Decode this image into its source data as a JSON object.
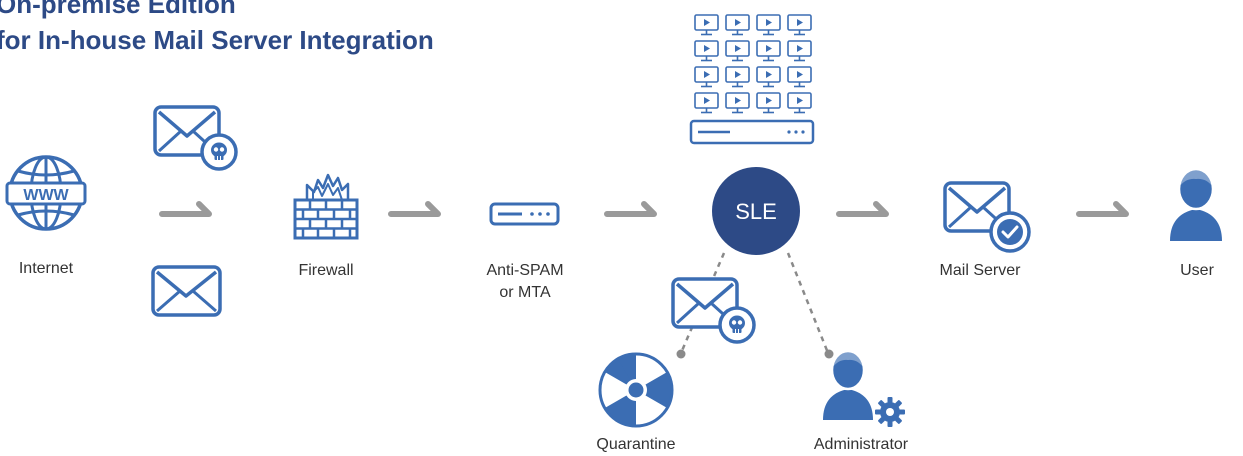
{
  "title": {
    "line1": "On-premise Edition",
    "line2": "for In-house Mail Server Integration"
  },
  "nodes": {
    "internet": "Internet",
    "firewall": "Firewall",
    "antispam_line1": "Anti-SPAM",
    "antispam_line2": "or MTA",
    "sle": "SLE",
    "mail_server": "Mail Server",
    "user": "User",
    "quarantine": "Quarantine",
    "administrator": "Administrator"
  },
  "colors": {
    "primary": "#3b6db3",
    "dark_navy": "#2d4a86",
    "arrow_gray": "#9a9a9a",
    "line_gray": "#8a8a8a"
  }
}
